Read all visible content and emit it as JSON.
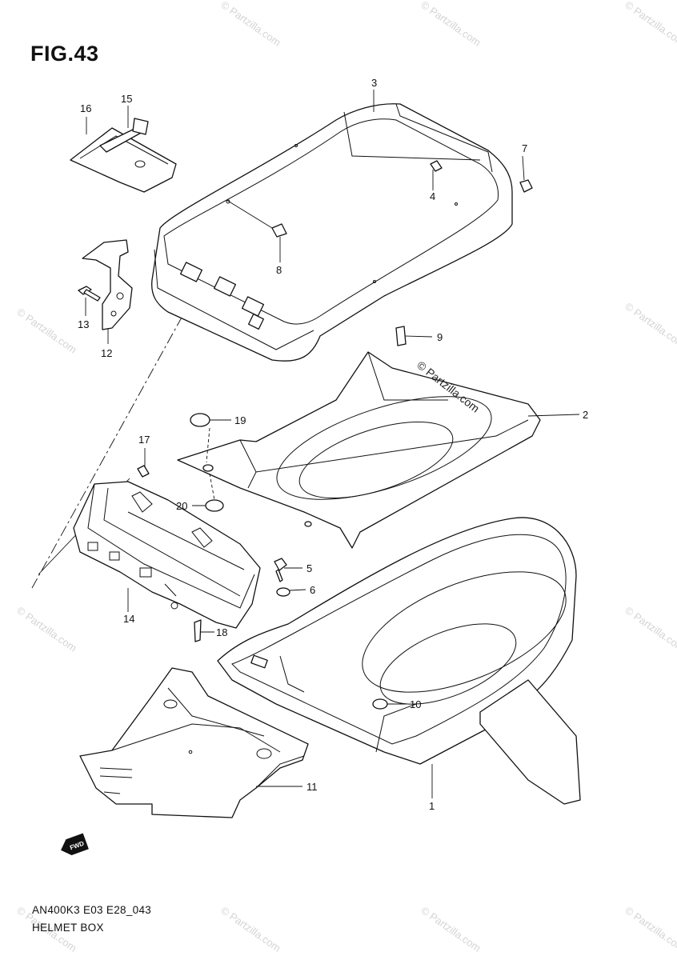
{
  "figure": {
    "title": "FIG.43",
    "model_code": "AN400K3 E03 E28_043",
    "section_name": "HELMET BOX",
    "brand": "© Partzilla.com",
    "watermark": "© Partzilla.com",
    "front_marker": "FWD"
  },
  "parts": [
    {
      "id": "part-1",
      "label": "1"
    },
    {
      "id": "part-2",
      "label": "2"
    },
    {
      "id": "part-3",
      "label": "3"
    },
    {
      "id": "part-4",
      "label": "4"
    },
    {
      "id": "part-5",
      "label": "5"
    },
    {
      "id": "part-6",
      "label": "6"
    },
    {
      "id": "part-7",
      "label": "7"
    },
    {
      "id": "part-8",
      "label": "8"
    },
    {
      "id": "part-9",
      "label": "9"
    },
    {
      "id": "part-10",
      "label": "10"
    },
    {
      "id": "part-11",
      "label": "11"
    },
    {
      "id": "part-12",
      "label": "12"
    },
    {
      "id": "part-13",
      "label": "13"
    },
    {
      "id": "part-14",
      "label": "14"
    },
    {
      "id": "part-15",
      "label": "15"
    },
    {
      "id": "part-16",
      "label": "16"
    },
    {
      "id": "part-17",
      "label": "17"
    },
    {
      "id": "part-18",
      "label": "18"
    },
    {
      "id": "part-19",
      "label": "19"
    },
    {
      "id": "part-20",
      "label": "20"
    }
  ]
}
